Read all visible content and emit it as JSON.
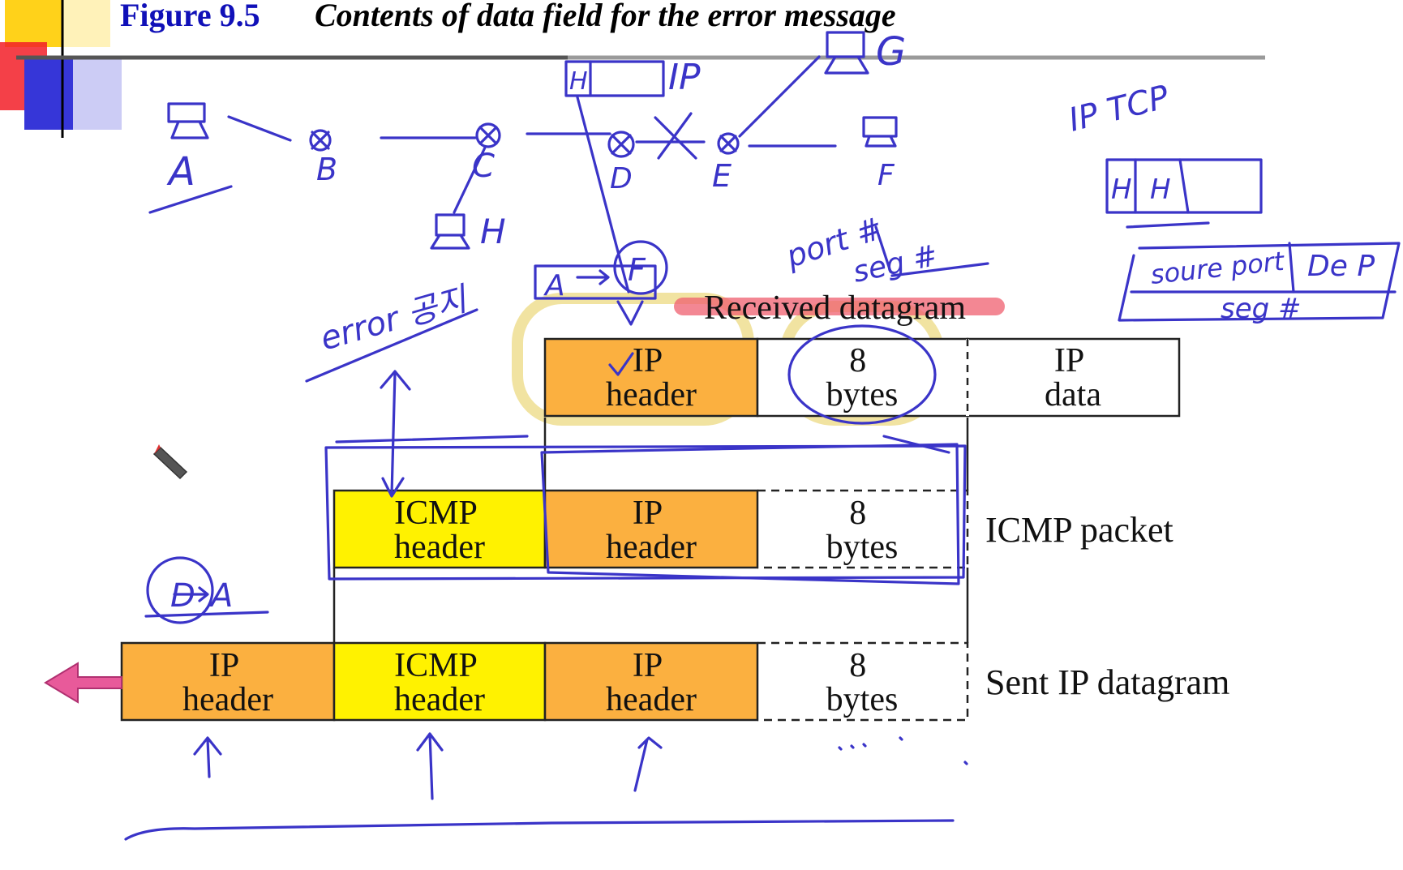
{
  "slide": {
    "figure_number": "Figure 9.5",
    "figure_caption": "Contents of data field for the error message"
  },
  "colors": {
    "orange": "#FBB040",
    "yellow": "#FFF200",
    "ink": "#3A34C8",
    "highlight_yellow": "#EEDC8A",
    "highlight_red": "#F06070",
    "arrow_pink": "#E85A9A",
    "title_blue": "#1010B8",
    "logo_yellow": "#FFD21A",
    "logo_red": "#F21E28",
    "logo_blue": "#3636D8"
  },
  "diagram": {
    "rows": {
      "received": {
        "label": "Received datagram",
        "cells": [
          "IP\nheader",
          "8\nbytes",
          "IP\ndata"
        ]
      },
      "icmp_packet": {
        "label": "ICMP packet",
        "cells": [
          "ICMP\nheader",
          "IP\nheader",
          "8\nbytes"
        ]
      },
      "sent": {
        "label": "Sent IP datagram",
        "cells": [
          "IP\nheader",
          "ICMP\nheader",
          "IP\nheader",
          "8\nbytes"
        ]
      }
    }
  },
  "annotations": {
    "node_a": "A",
    "node_b": "B",
    "node_c": "C",
    "node_d": "D",
    "node_e": "E",
    "node_f": "F",
    "node_g": "G",
    "node_h": "H",
    "packet_h": "H",
    "packet_ip": "IP",
    "a_to_f_a": "A",
    "a_to_f_f": "F",
    "error_note": "error 공지",
    "d_to_a_d": "D",
    "d_to_a_a": "A",
    "port_hash": "port #",
    "seq_hash": "seg #",
    "ip_tcp": "IP  TCP",
    "h_cell_1": "H",
    "h_cell_2": "H",
    "source_port": "soure port",
    "dest_port": "De P",
    "seq_bottom": "seg #"
  }
}
